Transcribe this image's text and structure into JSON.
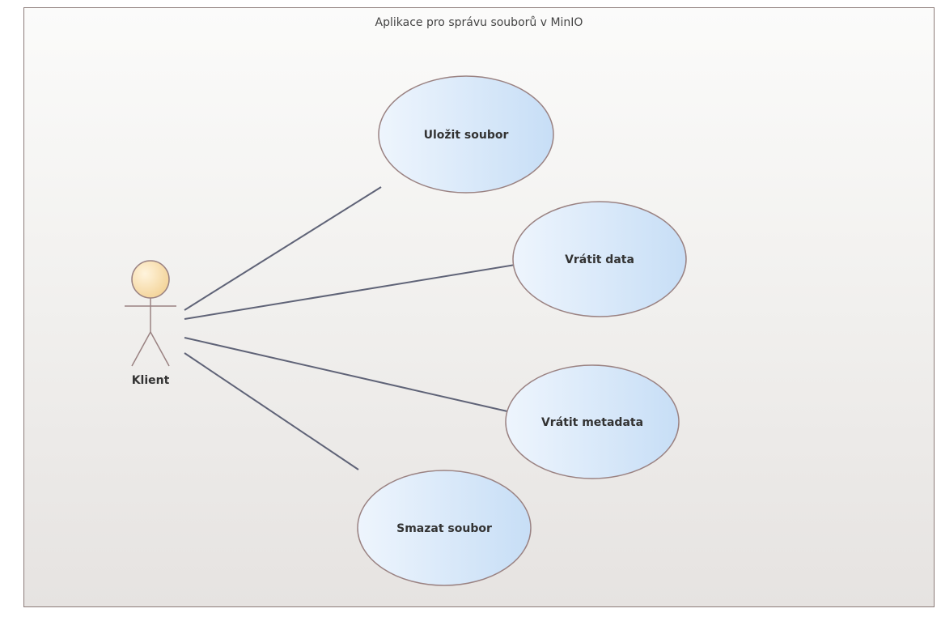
{
  "system": {
    "title": "Aplikace pro správu souborů v MinIO"
  },
  "actor": {
    "name": "Klient"
  },
  "use_cases": [
    {
      "label": "Uložit soubor"
    },
    {
      "label": "Vrátit data"
    },
    {
      "label": "Vrátit metadata"
    },
    {
      "label": "Smazat soubor"
    }
  ],
  "colors": {
    "boundary_border": "#8c7b78",
    "usecase_fill_light": "#eef5fd",
    "usecase_fill_dark": "#c7def6",
    "usecase_border": "#9a8282",
    "actor_head": "#f7dba6",
    "connector": "#5f6377"
  }
}
